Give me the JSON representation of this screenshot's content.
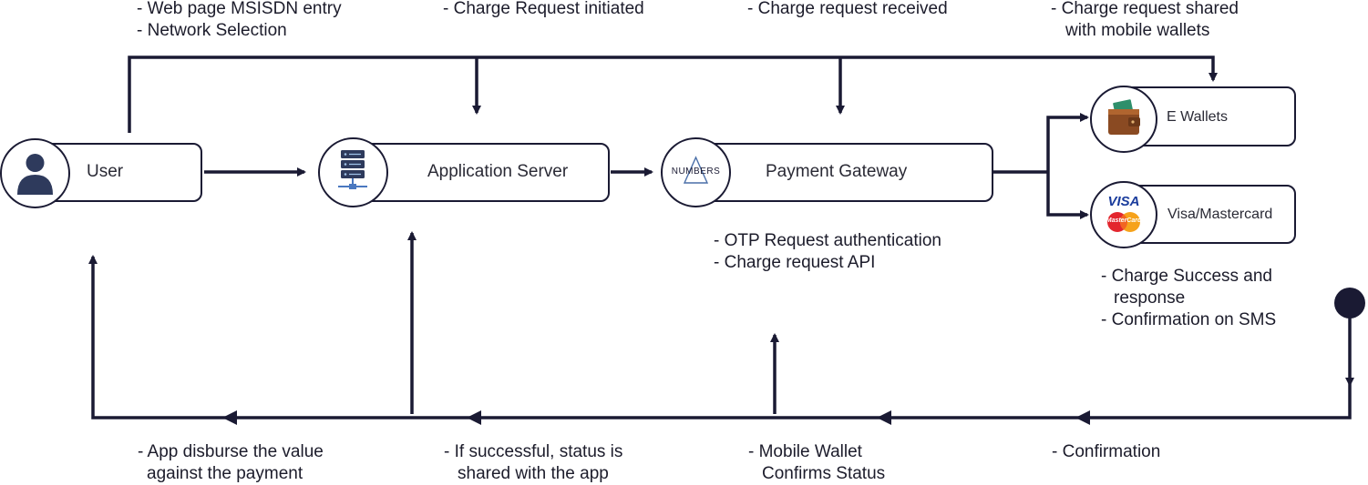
{
  "nodes": {
    "user": "User",
    "app_server": "Application Server",
    "gateway": "Payment Gateway",
    "gateway_logo_text": "NUMBERS",
    "ewallets": "E Wallets",
    "visa_mastercard": "Visa/Mastercard",
    "visa_logo_text": "VISA",
    "mastercard_logo_text": "MasterCard"
  },
  "top_notes": {
    "user_notes": [
      "- Web page MSISDN entry",
      "- Network Selection"
    ],
    "server_note": "- Charge Request initiated",
    "gateway_note": "- Charge request received",
    "wallet_note": [
      "- Charge request shared",
      "with mobile wallets"
    ]
  },
  "gateway_notes": [
    "- OTP Request  authentication",
    "- Charge request API"
  ],
  "wallet_response_notes": [
    "- Charge Success and",
    "response",
    "- Confirmation on SMS"
  ],
  "bottom_notes": {
    "disburse": [
      "- App disburse the value",
      "against the payment"
    ],
    "status_shared": [
      "- If successful, status is",
      "shared with the app"
    ],
    "wallet_confirms": [
      "- Mobile Wallet",
      "Confirms Status"
    ],
    "confirmation": "- Confirmation"
  },
  "colors": {
    "line": "#1a1a33",
    "icon_navy": "#2e3a5c",
    "wallet_brown": "#8a4a22",
    "visa_blue": "#1a3c9c",
    "mc_red": "#e3262e",
    "mc_orange": "#f6a21b"
  }
}
